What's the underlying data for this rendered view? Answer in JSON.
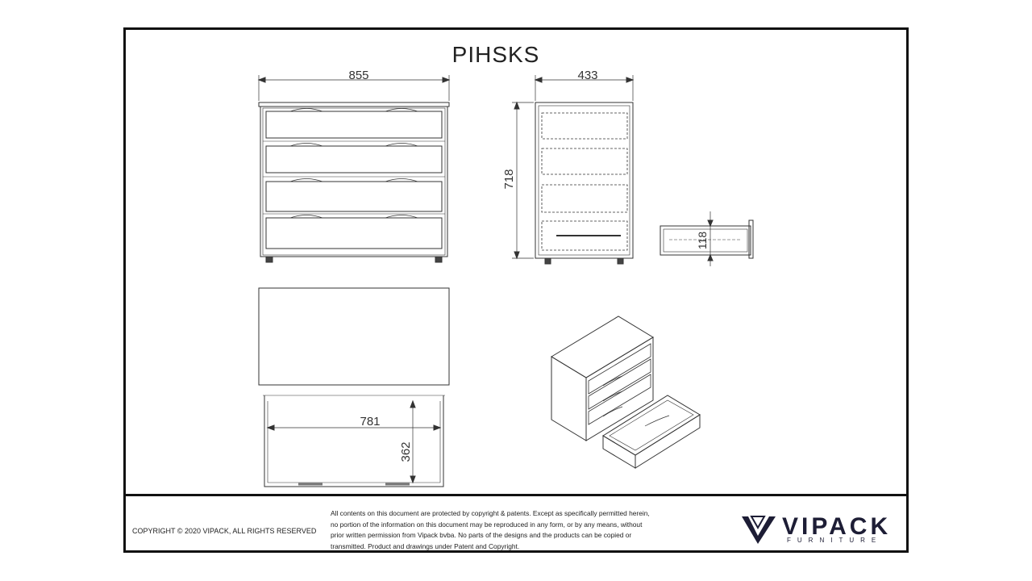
{
  "title": "PIHSKS",
  "dimensions": {
    "front_width": "855",
    "side_depth": "433",
    "height": "718",
    "drawer_height": "118",
    "drawer_inner_width": "781",
    "drawer_inner_depth": "362"
  },
  "footer": {
    "copyright": "COPYRIGHT  © 2020 VIPACK, ALL RIGHTS RESERVED",
    "legal_lines": [
      "All contents on this document are protected by copyright & patents. Except as specifically permitted herein,",
      "no portion of the information on this document may be reproduced in any form, or by any means, without",
      "prior written permission from Vipack bvba. No parts of the designs and the products can be copied or",
      "transmitted. Product and drawings under Patent and Copyright."
    ]
  },
  "logo": {
    "word": "VIPACK",
    "sub": "FURNITURE",
    "color": "#1d1d35"
  }
}
